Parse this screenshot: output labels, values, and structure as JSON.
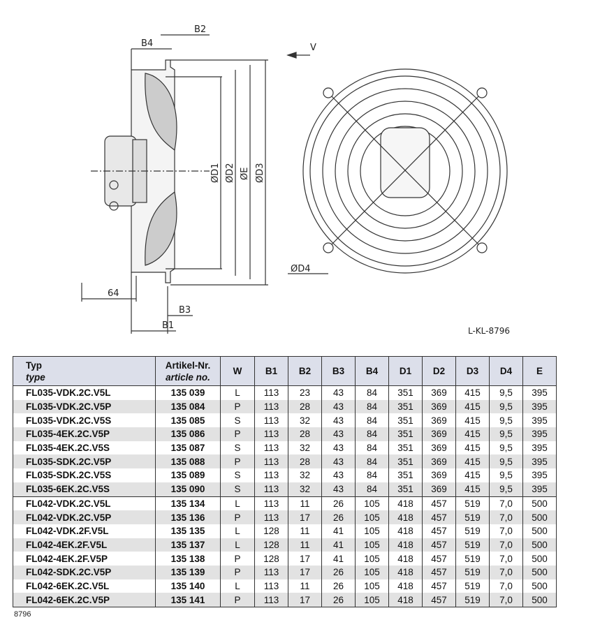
{
  "drawing": {
    "labels": {
      "b2": "B2",
      "b4": "B4",
      "v": "V",
      "d1": "ØD1",
      "d2": "ØD2",
      "e": "ØE",
      "d3": "ØD3",
      "d4": "ØD4",
      "dim64": "64",
      "b3": "B3",
      "b1": "B1",
      "ref": "L-KL-8796"
    }
  },
  "table": {
    "headers": {
      "type": "Typ",
      "type_en": "type",
      "article": "Artikel-Nr.",
      "article_en": "article no.",
      "cols": [
        "W",
        "B1",
        "B2",
        "B3",
        "B4",
        "D1",
        "D2",
        "D3",
        "D4",
        "E"
      ]
    },
    "rows": [
      [
        "FL035-VDK.2C.V5L",
        "135 039",
        "L",
        "113",
        "23",
        "43",
        "84",
        "351",
        "369",
        "415",
        "9,5",
        "395"
      ],
      [
        "FL035-VDK.2C.V5P",
        "135 084",
        "P",
        "113",
        "28",
        "43",
        "84",
        "351",
        "369",
        "415",
        "9,5",
        "395"
      ],
      [
        "FL035-VDK.2C.V5S",
        "135 085",
        "S",
        "113",
        "32",
        "43",
        "84",
        "351",
        "369",
        "415",
        "9,5",
        "395"
      ],
      [
        "FL035-4EK.2C.V5P",
        "135 086",
        "P",
        "113",
        "28",
        "43",
        "84",
        "351",
        "369",
        "415",
        "9,5",
        "395"
      ],
      [
        "FL035-4EK.2C.V5S",
        "135 087",
        "S",
        "113",
        "32",
        "43",
        "84",
        "351",
        "369",
        "415",
        "9,5",
        "395"
      ],
      [
        "FL035-SDK.2C.V5P",
        "135 088",
        "P",
        "113",
        "28",
        "43",
        "84",
        "351",
        "369",
        "415",
        "9,5",
        "395"
      ],
      [
        "FL035-SDK.2C.V5S",
        "135 089",
        "S",
        "113",
        "32",
        "43",
        "84",
        "351",
        "369",
        "415",
        "9,5",
        "395"
      ],
      [
        "FL035-6EK.2C.V5S",
        "135 090",
        "S",
        "113",
        "32",
        "43",
        "84",
        "351",
        "369",
        "415",
        "9,5",
        "395"
      ],
      [
        "FL042-VDK.2C.V5L",
        "135 134",
        "L",
        "113",
        "11",
        "26",
        "105",
        "418",
        "457",
        "519",
        "7,0",
        "500"
      ],
      [
        "FL042-VDK.2C.V5P",
        "135 136",
        "P",
        "113",
        "17",
        "26",
        "105",
        "418",
        "457",
        "519",
        "7,0",
        "500"
      ],
      [
        "FL042-VDK.2F.V5L",
        "135 135",
        "L",
        "128",
        "11",
        "41",
        "105",
        "418",
        "457",
        "519",
        "7,0",
        "500"
      ],
      [
        "FL042-4EK.2F.V5L",
        "135 137",
        "L",
        "128",
        "11",
        "41",
        "105",
        "418",
        "457",
        "519",
        "7,0",
        "500"
      ],
      [
        "FL042-4EK.2F.V5P",
        "135 138",
        "P",
        "128",
        "17",
        "41",
        "105",
        "418",
        "457",
        "519",
        "7,0",
        "500"
      ],
      [
        "FL042-SDK.2C.V5P",
        "135 139",
        "P",
        "113",
        "17",
        "26",
        "105",
        "418",
        "457",
        "519",
        "7,0",
        "500"
      ],
      [
        "FL042-6EK.2C.V5L",
        "135 140",
        "L",
        "113",
        "11",
        "26",
        "105",
        "418",
        "457",
        "519",
        "7,0",
        "500"
      ],
      [
        "FL042-6EK.2C.V5P",
        "135 141",
        "P",
        "113",
        "17",
        "26",
        "105",
        "418",
        "457",
        "519",
        "7,0",
        "500"
      ]
    ]
  },
  "note": "8796"
}
